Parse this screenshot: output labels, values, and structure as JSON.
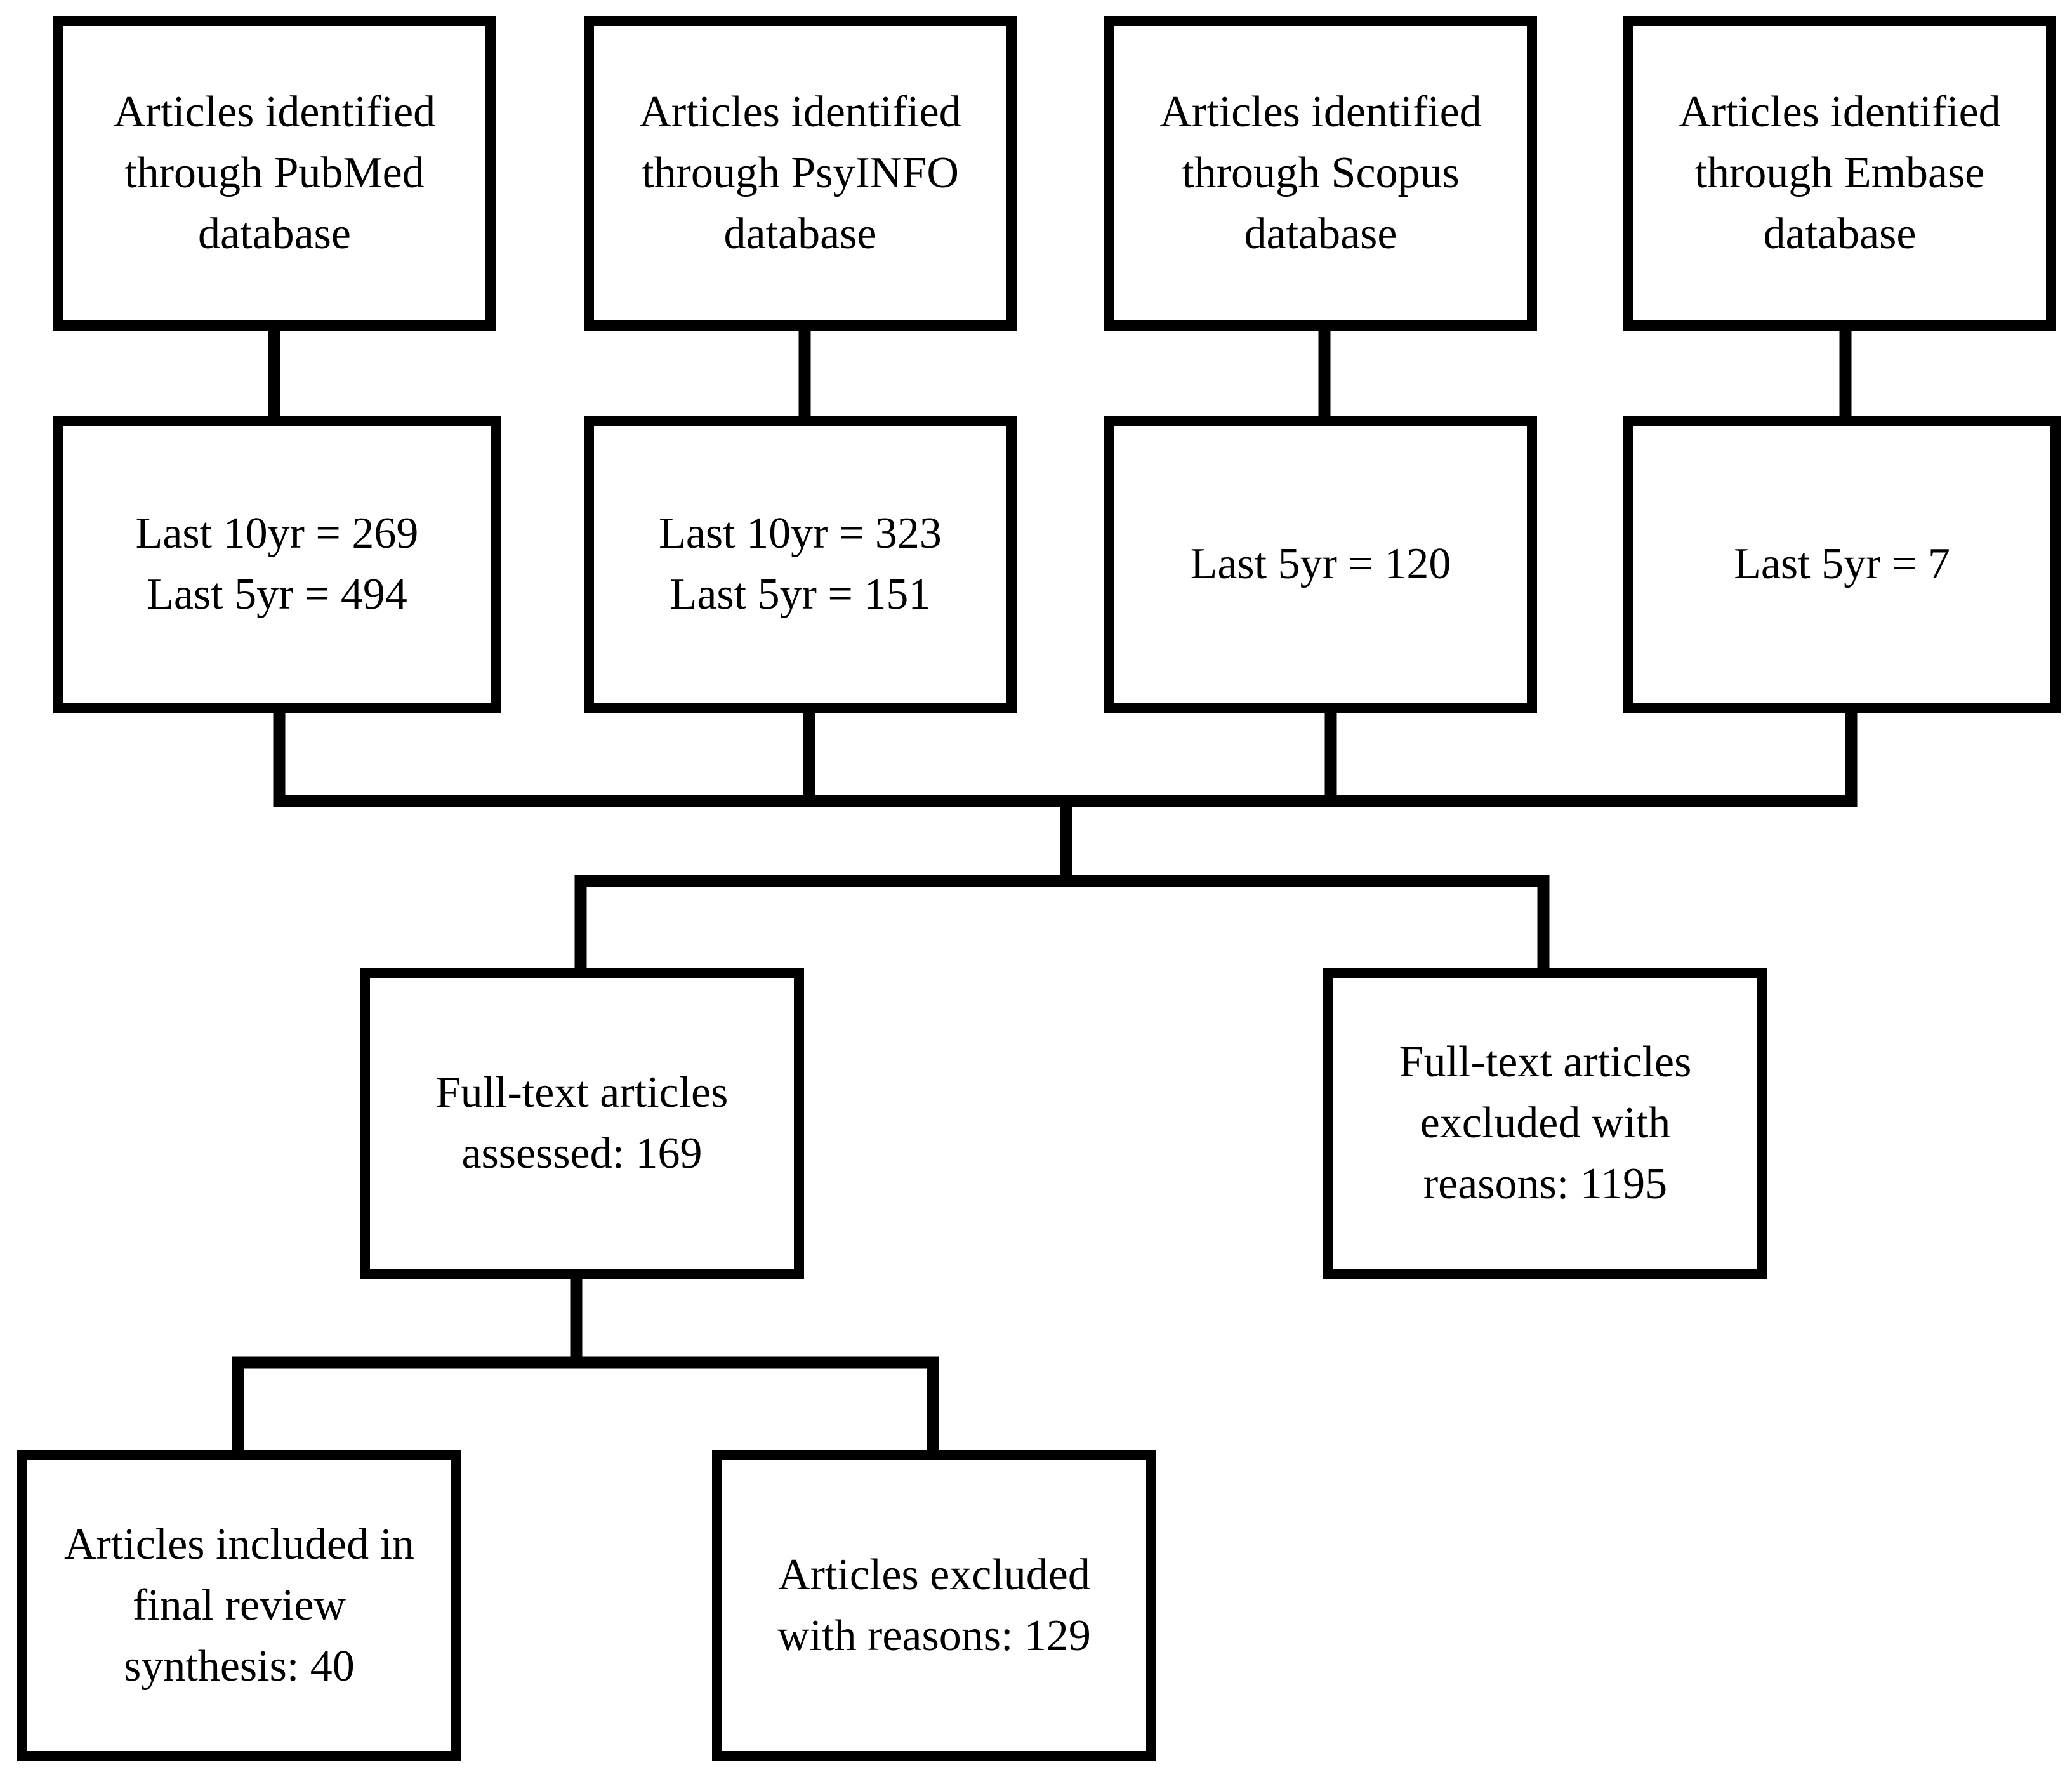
{
  "sources": [
    {
      "id": "pubmed",
      "lines": [
        "Articles identified",
        "through PubMed",
        "database"
      ]
    },
    {
      "id": "psyinfo",
      "lines": [
        "Articles identified",
        "through PsyINFO",
        "database"
      ]
    },
    {
      "id": "scopus",
      "lines": [
        "Articles identified",
        "through Scopus",
        "database"
      ]
    },
    {
      "id": "embase",
      "lines": [
        "Articles identified",
        "through Embase",
        "database"
      ]
    }
  ],
  "results": [
    {
      "id": "pubmed",
      "lines": [
        "Last 10yr = 269",
        "Last 5yr = 494"
      ]
    },
    {
      "id": "psyinfo",
      "lines": [
        "Last 10yr = 323",
        "Last 5yr = 151"
      ]
    },
    {
      "id": "scopus",
      "lines": [
        "Last 5yr = 120"
      ]
    },
    {
      "id": "embase",
      "lines": [
        "Last 5yr = 7"
      ]
    }
  ],
  "assessed": {
    "lines": [
      "Full-text articles",
      "assessed: 169"
    ]
  },
  "fulltext_excluded": {
    "lines": [
      "Full-text articles",
      "excluded with",
      "reasons: 1195"
    ]
  },
  "included": {
    "lines": [
      "Articles included in",
      "final review",
      "synthesis: 40"
    ]
  },
  "excluded": {
    "lines": [
      "Articles excluded",
      "with reasons: 129"
    ]
  }
}
